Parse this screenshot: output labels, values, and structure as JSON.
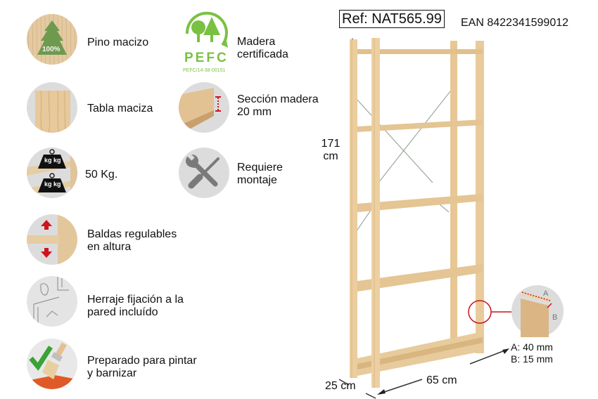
{
  "features": [
    {
      "id": "pino-macizo",
      "icon": "pine-tree-100-icon",
      "label": "Pino macizo",
      "badge": "100%"
    },
    {
      "id": "madera-certificada",
      "icon": "pefc-logo-icon",
      "label": "Madera\ncertificada",
      "logo_text": "PEFC",
      "cert_code": "PEFC/14-38-00151"
    },
    {
      "id": "tabla-maciza",
      "icon": "solid-board-icon",
      "label": "Tabla maciza"
    },
    {
      "id": "seccion-madera",
      "icon": "wood-section-icon",
      "label": "Sección madera\n20 mm"
    },
    {
      "id": "capacidad",
      "icon": "weight-kg-icon",
      "label": "50 Kg.",
      "weight_unit": "kg"
    },
    {
      "id": "requiere-montaje",
      "icon": "tools-icon",
      "label": "Requiere\nmontaje"
    },
    {
      "id": "baldas-regulables",
      "icon": "adjustable-shelf-icon",
      "label": "Baldas regulables\nen altura"
    },
    {
      "id": "herraje",
      "icon": "wall-fixing-icon",
      "label": "Herraje fijación a la\npared incluído"
    },
    {
      "id": "pintar-barnizar",
      "icon": "paint-brush-check-icon",
      "label": "Preparado para pintar\ny barnizar"
    }
  ],
  "product": {
    "ref": "Ref: NAT565.99",
    "ean": "EAN 8422341599012",
    "height": "171\ncm",
    "depth": "25 cm",
    "width": "65 cm",
    "detail_a_label": "A",
    "detail_b_label": "B",
    "detail_dims": "A: 40 mm\nB: 15 mm"
  },
  "colors": {
    "wood": "#e8c99a",
    "wood_dark": "#d4ad78",
    "pefc_green": "#7ac143",
    "tree_green": "#6e9a4e",
    "accent_red": "#d0141d",
    "icon_gray": "#dcdcdc",
    "check_green": "#3aa335"
  }
}
